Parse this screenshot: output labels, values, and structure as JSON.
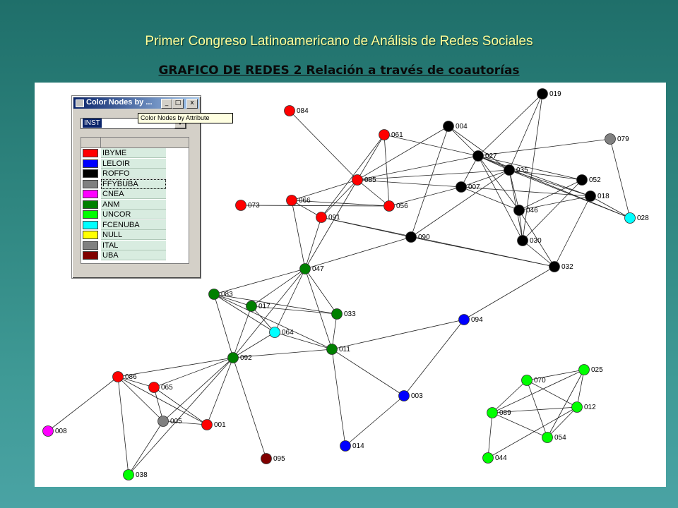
{
  "title": "Primer Congreso Latinoamericano de Análisis de Redes Sociales",
  "subtitle": "GRAFICO DE REDES 2 Relación a través de coautorías",
  "color_window": {
    "title": "Color Nodes by ...",
    "tooltip": "Color Nodes by Attribute",
    "minimize_glyph": "_",
    "maximize_glyph": "□",
    "close_glyph": "x",
    "attribute": "INST",
    "legend": [
      {
        "label": "IBYME",
        "color": "#ff0000"
      },
      {
        "label": "LELOIR",
        "color": "#0000ff"
      },
      {
        "label": "ROFFO",
        "color": "#000000"
      },
      {
        "label": "FFYBUBA",
        "color": "#808080"
      },
      {
        "label": "CNEA",
        "color": "#ff00ff"
      },
      {
        "label": "ANM",
        "color": "#008000"
      },
      {
        "label": "UNCOR",
        "color": "#00ff00"
      },
      {
        "label": "FCENUBA",
        "color": "#00ffff"
      },
      {
        "label": "NULL",
        "color": "#ffff00"
      },
      {
        "label": "ITAL",
        "color": "#808080"
      },
      {
        "label": "UBA",
        "color": "#800000"
      }
    ]
  },
  "network": {
    "nodes": [
      {
        "id": "019",
        "inst": "ROFFO"
      },
      {
        "id": "084",
        "inst": "IBYME"
      },
      {
        "id": "004",
        "inst": "ROFFO"
      },
      {
        "id": "061",
        "inst": "IBYME"
      },
      {
        "id": "079",
        "inst": "ITAL"
      },
      {
        "id": "027",
        "inst": "ROFFO"
      },
      {
        "id": "035",
        "inst": "ROFFO"
      },
      {
        "id": "085",
        "inst": "IBYME"
      },
      {
        "id": "007",
        "inst": "ROFFO"
      },
      {
        "id": "052",
        "inst": "ROFFO"
      },
      {
        "id": "018",
        "inst": "ROFFO"
      },
      {
        "id": "073",
        "inst": "IBYME"
      },
      {
        "id": "066",
        "inst": "IBYME"
      },
      {
        "id": "056",
        "inst": "IBYME"
      },
      {
        "id": "046",
        "inst": "ROFFO"
      },
      {
        "id": "091",
        "inst": "IBYME"
      },
      {
        "id": "028",
        "inst": "FCENUBA"
      },
      {
        "id": "090",
        "inst": "ROFFO"
      },
      {
        "id": "030",
        "inst": "ROFFO"
      },
      {
        "id": "047",
        "inst": "ANM"
      },
      {
        "id": "032",
        "inst": "ROFFO"
      },
      {
        "id": "083",
        "inst": "ANM"
      },
      {
        "id": "017",
        "inst": "ANM"
      },
      {
        "id": "033",
        "inst": "ANM"
      },
      {
        "id": "094",
        "inst": "LELOIR"
      },
      {
        "id": "064",
        "inst": "FCENUBA"
      },
      {
        "id": "011",
        "inst": "ANM"
      },
      {
        "id": "092",
        "inst": "ANM"
      },
      {
        "id": "086",
        "inst": "IBYME"
      },
      {
        "id": "065",
        "inst": "IBYME"
      },
      {
        "id": "003",
        "inst": "LELOIR"
      },
      {
        "id": "005",
        "inst": "FFYBUBA"
      },
      {
        "id": "001",
        "inst": "IBYME"
      },
      {
        "id": "008",
        "inst": "CNEA"
      },
      {
        "id": "014",
        "inst": "LELOIR"
      },
      {
        "id": "095",
        "inst": "UBA"
      },
      {
        "id": "038",
        "inst": "UNCOR"
      },
      {
        "id": "025",
        "inst": "UNCOR"
      },
      {
        "id": "070",
        "inst": "UNCOR"
      },
      {
        "id": "012",
        "inst": "UNCOR"
      },
      {
        "id": "089",
        "inst": "UNCOR"
      },
      {
        "id": "054",
        "inst": "UNCOR"
      },
      {
        "id": "044",
        "inst": "UNCOR"
      }
    ],
    "edges": [
      [
        "084",
        "085"
      ],
      [
        "061",
        "085"
      ],
      [
        "061",
        "056"
      ],
      [
        "061",
        "091"
      ],
      [
        "061",
        "027"
      ],
      [
        "085",
        "066"
      ],
      [
        "085",
        "056"
      ],
      [
        "085",
        "091"
      ],
      [
        "085",
        "047"
      ],
      [
        "085",
        "027"
      ],
      [
        "085",
        "035"
      ],
      [
        "085",
        "007"
      ],
      [
        "085",
        "004"
      ],
      [
        "073",
        "056"
      ],
      [
        "066",
        "091"
      ],
      [
        "066",
        "056"
      ],
      [
        "066",
        "047"
      ],
      [
        "091",
        "047"
      ],
      [
        "091",
        "090"
      ],
      [
        "091",
        "032"
      ],
      [
        "056",
        "007"
      ],
      [
        "004",
        "027"
      ],
      [
        "004",
        "035"
      ],
      [
        "004",
        "090"
      ],
      [
        "019",
        "027"
      ],
      [
        "019",
        "035"
      ],
      [
        "019",
        "030"
      ],
      [
        "079",
        "027"
      ],
      [
        "079",
        "028"
      ],
      [
        "027",
        "035"
      ],
      [
        "027",
        "007"
      ],
      [
        "027",
        "046"
      ],
      [
        "027",
        "052"
      ],
      [
        "027",
        "030"
      ],
      [
        "027",
        "028"
      ],
      [
        "027",
        "018"
      ],
      [
        "035",
        "007"
      ],
      [
        "035",
        "052"
      ],
      [
        "035",
        "018"
      ],
      [
        "035",
        "046"
      ],
      [
        "035",
        "030"
      ],
      [
        "035",
        "028"
      ],
      [
        "007",
        "046"
      ],
      [
        "007",
        "018"
      ],
      [
        "046",
        "052"
      ],
      [
        "046",
        "018"
      ],
      [
        "046",
        "030"
      ],
      [
        "046",
        "032"
      ],
      [
        "052",
        "030"
      ],
      [
        "018",
        "032"
      ],
      [
        "018",
        "028"
      ],
      [
        "030",
        "032"
      ],
      [
        "090",
        "032"
      ],
      [
        "090",
        "047"
      ],
      [
        "090",
        "035"
      ],
      [
        "094",
        "032"
      ],
      [
        "094",
        "011"
      ],
      [
        "094",
        "003"
      ],
      [
        "047",
        "083"
      ],
      [
        "047",
        "017"
      ],
      [
        "047",
        "033"
      ],
      [
        "047",
        "064"
      ],
      [
        "047",
        "011"
      ],
      [
        "047",
        "092"
      ],
      [
        "083",
        "017"
      ],
      [
        "083",
        "033"
      ],
      [
        "083",
        "064"
      ],
      [
        "083",
        "011"
      ],
      [
        "083",
        "092"
      ],
      [
        "017",
        "033"
      ],
      [
        "017",
        "064"
      ],
      [
        "017",
        "092"
      ],
      [
        "033",
        "011"
      ],
      [
        "064",
        "011"
      ],
      [
        "064",
        "092"
      ],
      [
        "092",
        "011"
      ],
      [
        "092",
        "086"
      ],
      [
        "092",
        "065"
      ],
      [
        "092",
        "005"
      ],
      [
        "092",
        "001"
      ],
      [
        "092",
        "038"
      ],
      [
        "092",
        "095"
      ],
      [
        "011",
        "003"
      ],
      [
        "011",
        "014"
      ],
      [
        "003",
        "014"
      ],
      [
        "086",
        "065"
      ],
      [
        "086",
        "005"
      ],
      [
        "086",
        "001"
      ],
      [
        "086",
        "008"
      ],
      [
        "086",
        "038"
      ],
      [
        "065",
        "005"
      ],
      [
        "065",
        "001"
      ],
      [
        "005",
        "001"
      ],
      [
        "005",
        "038"
      ],
      [
        "025",
        "070"
      ],
      [
        "025",
        "012"
      ],
      [
        "025",
        "054"
      ],
      [
        "025",
        "089"
      ],
      [
        "070",
        "089"
      ],
      [
        "070",
        "012"
      ],
      [
        "070",
        "054"
      ],
      [
        "089",
        "012"
      ],
      [
        "089",
        "054"
      ],
      [
        "089",
        "044"
      ],
      [
        "012",
        "054"
      ],
      [
        "012",
        "044"
      ]
    ]
  }
}
